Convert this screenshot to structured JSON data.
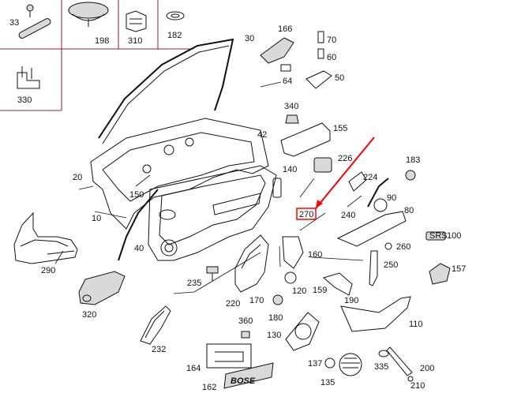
{
  "colors": {
    "highlight": "#ff0000",
    "grid": "#9b1b3a",
    "ink": "#111111"
  },
  "callouts": {
    "c10": "10",
    "c20": "20",
    "c30": "30",
    "c33": "33",
    "c40": "40",
    "c42": "42",
    "c50": "50",
    "c60": "60",
    "c64": "64",
    "c70": "70",
    "c80": "80",
    "c90": "90",
    "c100": "100",
    "c110": "110",
    "c120": "120",
    "c130": "130",
    "c135": "135",
    "c137": "137",
    "c140": "140",
    "c150": "150",
    "c155": "155",
    "c157": "157",
    "c159": "159",
    "c160": "160",
    "c162": "162",
    "c164": "164",
    "c166": "166",
    "c170": "170",
    "c180": "180",
    "c182": "182",
    "c183": "183",
    "c190": "190",
    "c198": "198",
    "c200": "200",
    "c210": "210",
    "c220": "220",
    "c224": "224",
    "c226": "226",
    "c232": "232",
    "c235": "235",
    "c240": "240",
    "c250": "250",
    "c260": "260",
    "c290": "290",
    "c310": "310",
    "c320": "320",
    "c330": "330",
    "c335": "335",
    "c340": "340",
    "c360": "360"
  },
  "highlighted_callout": "270",
  "badges": {
    "srs": "SRS",
    "bose": "BOSE"
  }
}
